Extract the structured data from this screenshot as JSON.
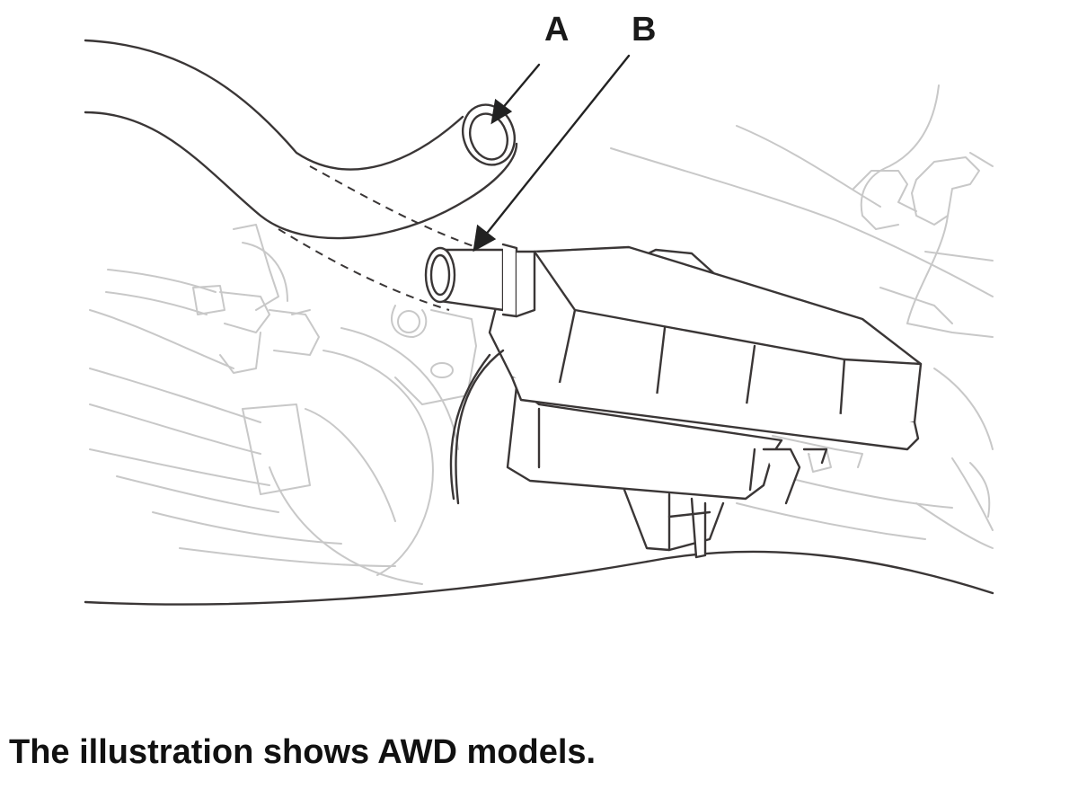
{
  "callouts": {
    "a": "A",
    "b": "B"
  },
  "caption": "The illustration shows AWD models.",
  "colors": {
    "foreground_line": "#3a3636",
    "background_line": "#c8c8c8",
    "text": "#111111"
  }
}
